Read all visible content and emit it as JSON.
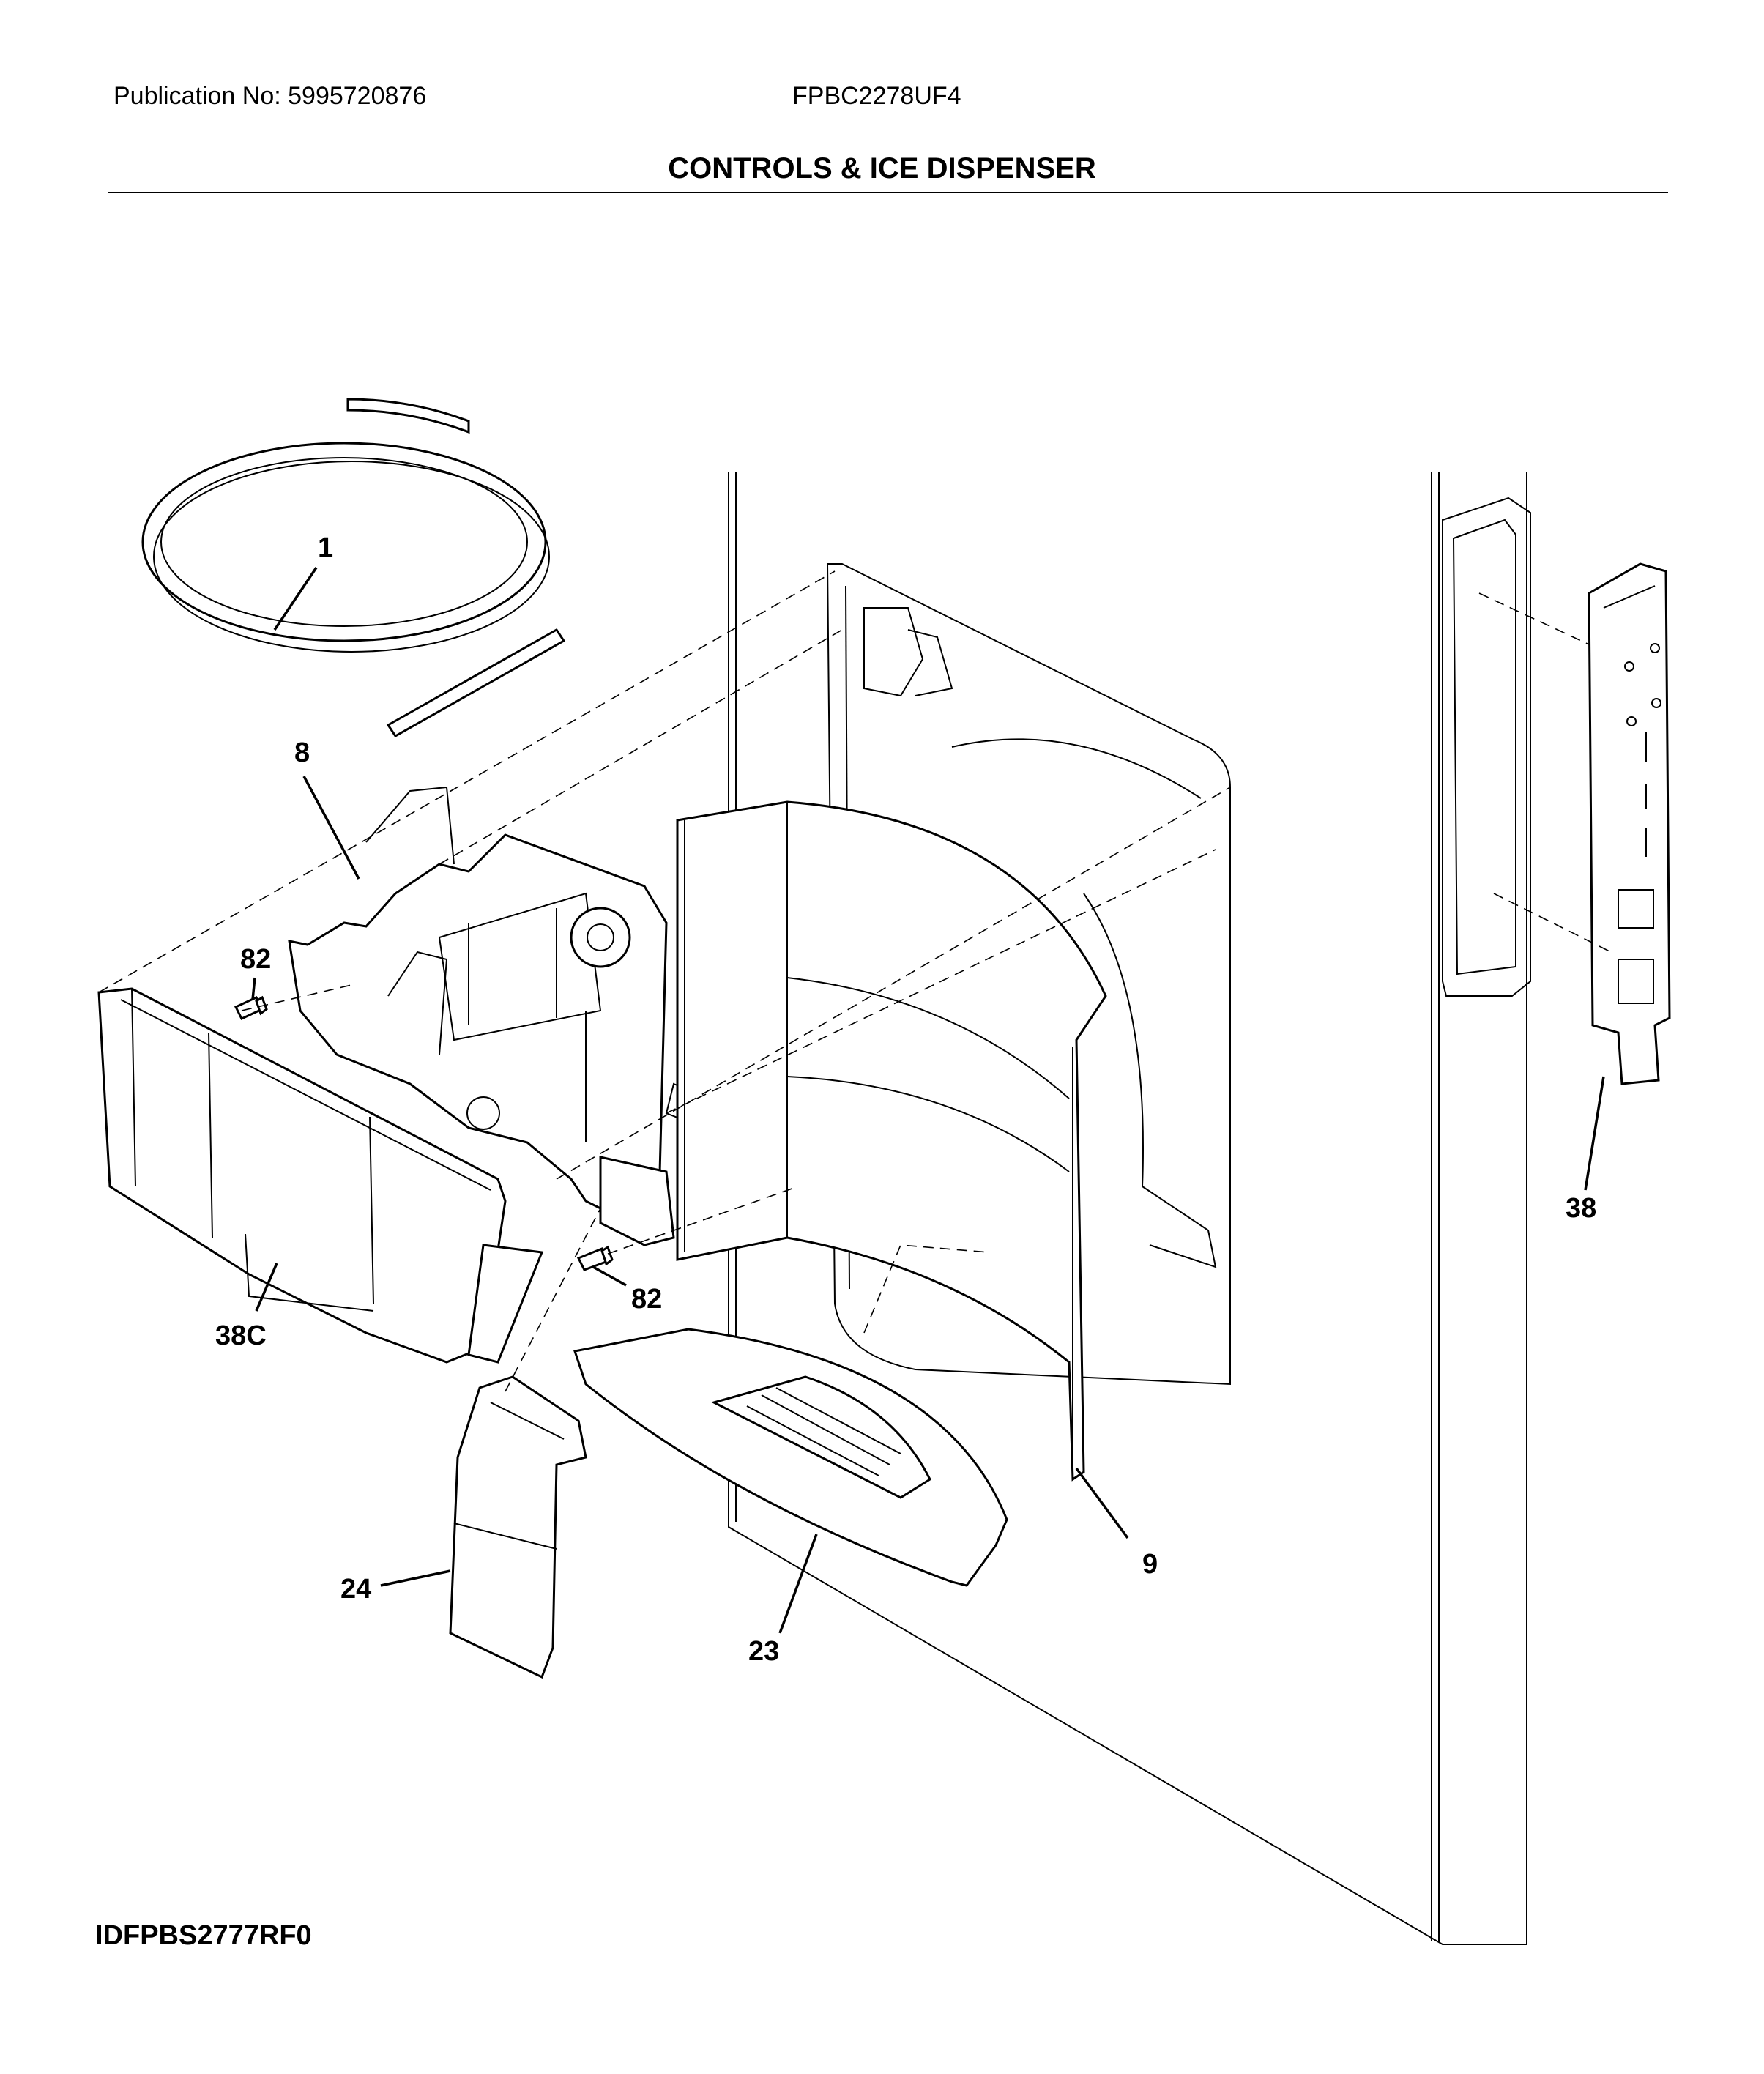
{
  "header": {
    "publication": "Publication No: 5995720876",
    "model": "FPBC2278UF4",
    "title": "CONTROLS & ICE DISPENSER"
  },
  "footer": {
    "diagram_id": "IDFPBS2777RF0"
  },
  "callouts": {
    "c1": "1",
    "c8": "8",
    "c82a": "82",
    "c82b": "82",
    "c38c": "38C",
    "c24": "24",
    "c23": "23",
    "c9": "9",
    "c38": "38"
  }
}
